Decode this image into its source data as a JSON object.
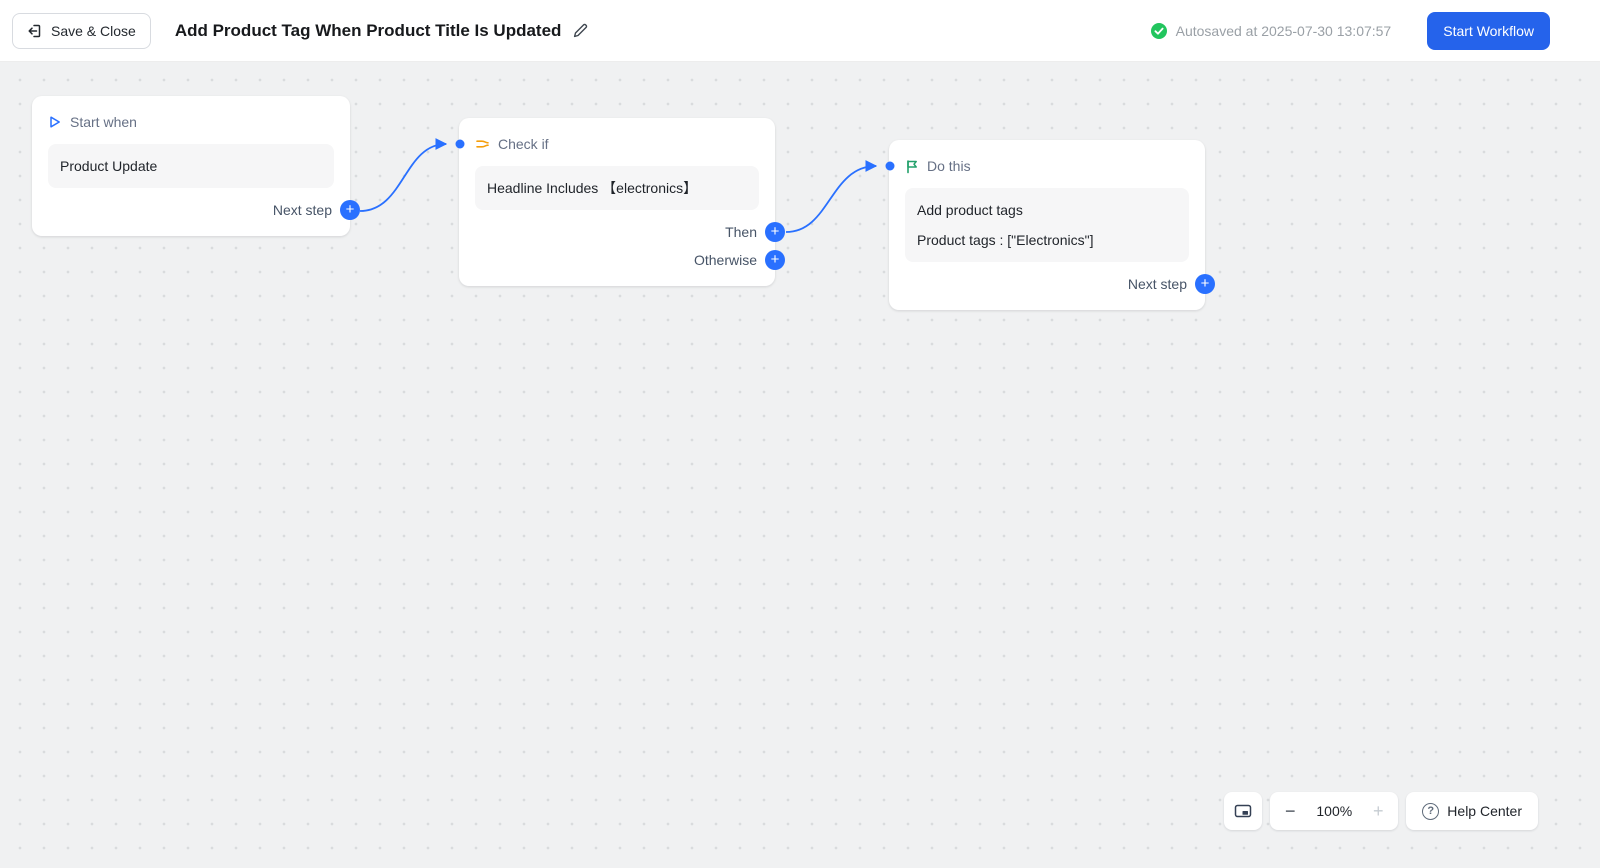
{
  "topbar": {
    "save_close": "Save & Close",
    "title": "Add Product Tag When Product Title Is Updated",
    "autosaved": "Autosaved at 2025-07-30 13:07:57",
    "start_workflow": "Start Workflow"
  },
  "trigger_card": {
    "header": "Start when",
    "body": "Product Update",
    "next_step": "Next step"
  },
  "condition_card": {
    "header": "Check if",
    "body": "Headline Includes 【electronics】",
    "then": "Then",
    "otherwise": "Otherwise"
  },
  "action_card": {
    "header": "Do this",
    "title": "Add product tags",
    "detail": "Product tags : [\"Electronics\"]",
    "next_step": "Next step"
  },
  "controls": {
    "zoom": "100%",
    "help": "Help Center"
  },
  "icons": {
    "plus": "+",
    "minus": "−",
    "question": "?"
  },
  "colors": {
    "accent_blue": "#2970FF",
    "primary_button_blue": "#2563EB",
    "success_green": "#22C55E",
    "condition_orange": "#F59E0B",
    "action_green": "#22A06B"
  }
}
